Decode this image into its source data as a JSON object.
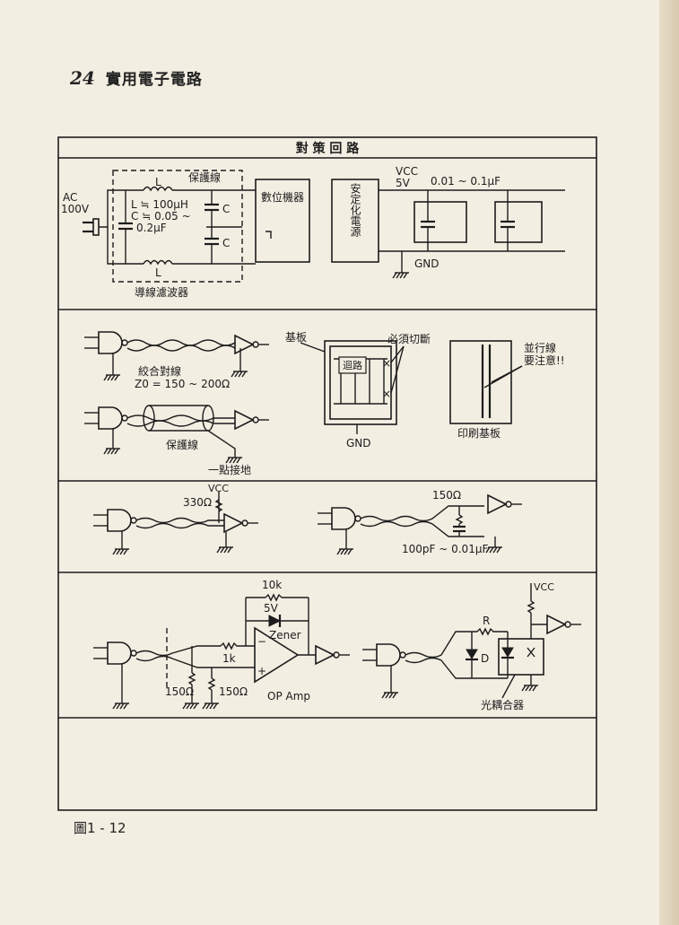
{
  "header": {
    "page_number": "24",
    "book_title": "實用電子電路"
  },
  "table": {
    "title": "對 策 回 路"
  },
  "row1": {
    "ac": "AC",
    "ac_voltage": "100V",
    "inductor_label": "L",
    "inductor_label_bottom": "L",
    "shield_label": "保護線",
    "l_value": "L ≒ 100μH",
    "c_value": "C ≒ 0.05 ~",
    "c_value2": "0.2μF",
    "cap_label": "C",
    "filter_label": "導線濾波器",
    "digital_device": "數位機器",
    "regulated_supply": "安定化電源",
    "vcc": "VCC",
    "voltage": "5V",
    "bypass_value": "0.01 ~ 0.1μF",
    "gnd": "GND"
  },
  "row2": {
    "twisted_pair": "絞合對線",
    "impedance": "Z0 = 150 ~ 200Ω",
    "shield": "保護線",
    "single_point_ground": "一點接地",
    "substrate": "基板",
    "must_cut": "必須切斷",
    "loop": "迴路",
    "gnd": "GND",
    "parallel_lines_note": "並行線",
    "parallel_lines_note2": "要注意!!",
    "pcb": "印刷基板"
  },
  "row3": {
    "r1": "330Ω",
    "vcc": "VCC",
    "r2": "150Ω",
    "rc_value": "100pF ~ 0.01μF"
  },
  "row4": {
    "r_feedback": "10k",
    "zener_voltage": "5V",
    "zener": "Zener",
    "r_input": "1k",
    "r_term1": "150Ω",
    "r_term2": "150Ω",
    "op_amp": "OP Amp",
    "vcc": "VCC",
    "r_label": "R",
    "diode": "D",
    "optocoupler": "光耦合器"
  },
  "caption": "圖1 - 12"
}
